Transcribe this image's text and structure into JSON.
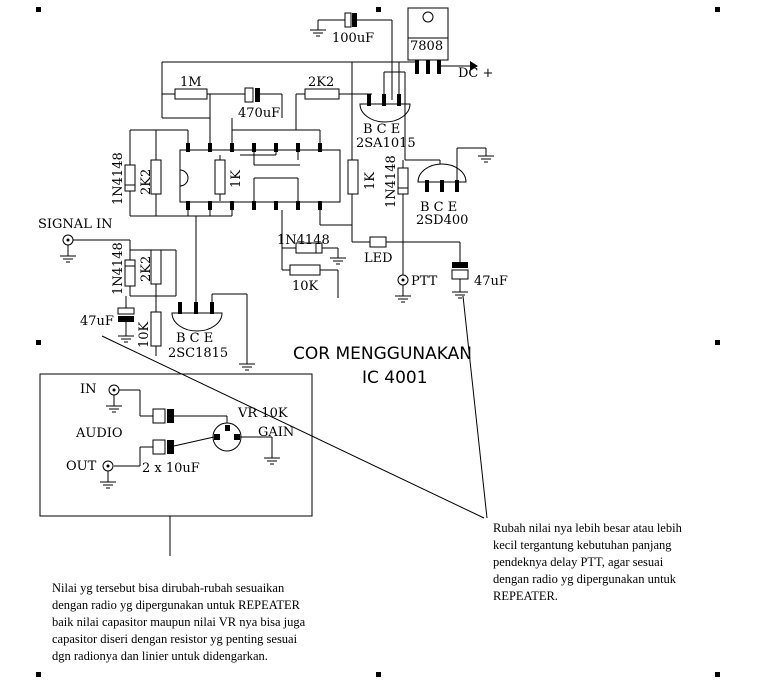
{
  "title": {
    "line1": "COR MENGGUNAKAN",
    "line2": "IC 4001"
  },
  "components": {
    "cap_100uf": "100uF",
    "reg_7808": "7808",
    "dc_plus": "DC +",
    "r_1m": "1M",
    "cap_470uf": "470uF",
    "r_2k2_top": "2K2",
    "tr_2sa1015": "2SA1015",
    "bce_a": "B C E",
    "tr_2sd400": "2SD400",
    "bce_b": "B C E",
    "d_1n4148_left": "1N4148",
    "r_2k2_left": "2K2",
    "r_1k_ic": "1K",
    "r_1k_mid": "1K",
    "d_1n4148_right": "1N4148",
    "signal_in": "SIGNAL IN",
    "d_1n4148_in": "1N4148",
    "r_2k2_in": "2K2",
    "d_1n4148_mid": "1N4148",
    "r_10k_mid": "10K",
    "led": "LED",
    "ptt": "PTT",
    "cap_47uf_right": "47uF",
    "cap_47uf_left": "47uF",
    "r_10k_left": "10K",
    "bce_c": "B C E",
    "tr_2sc1815": "2SC1815"
  },
  "audio_box": {
    "in": "IN",
    "audio": "AUDIO",
    "out": "OUT",
    "vr": "VR 10K",
    "gain": "GAIN",
    "caps": "2 x 10uF"
  },
  "notes": {
    "right_lines": [
      "Rubah nilai nya lebih besar atau lebih",
      "kecil tergantung kebutuhan panjang",
      "pendeknya delay PTT, agar sesuai",
      "dengan radio yg dipergunakan untuk",
      "REPEATER."
    ],
    "bottom_lines": [
      "Nilai yg tersebut bisa dirubah-rubah sesuaikan",
      "dengan radio yg dipergunakan untuk REPEATER",
      "baik nilai capasitor maupun nilai VR nya bisa juga",
      "capasitor diseri dengan resistor yg penting sesuai",
      "dgn radionya dan linier untuk didengarkan."
    ]
  }
}
